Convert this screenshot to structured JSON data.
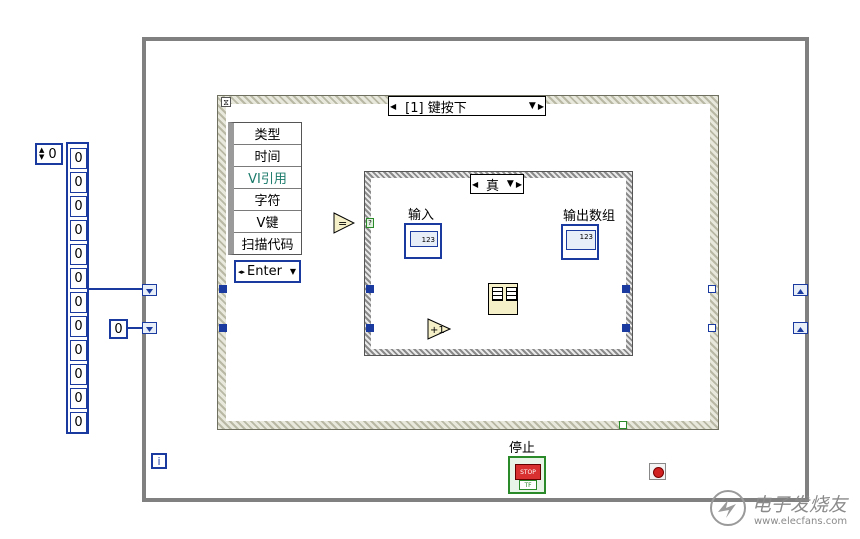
{
  "event_structure": {
    "case_label": "[1] 键按下",
    "event_data": [
      "类型",
      "时间",
      "VI引用",
      "字符",
      "V键",
      "扫描代码"
    ],
    "enum_constant": "Enter"
  },
  "case_structure": {
    "case_label": "真"
  },
  "array": {
    "index": "0",
    "values": [
      "0",
      "0",
      "0",
      "0",
      "0",
      "0",
      "0",
      "0",
      "0",
      "0",
      "0",
      "0"
    ]
  },
  "constants": {
    "init_zero": "0"
  },
  "labels": {
    "input": "输入",
    "output_array": "输出数组",
    "stop": "停止",
    "increment": "+1",
    "equal": "=",
    "num_label": "123",
    "stop_btn": "STOP",
    "tf_label": "TF",
    "info": "i"
  },
  "watermark": {
    "brand": "电子发烧友",
    "url": "www.elecfans.com"
  },
  "colors": {
    "wire": "#1a3aa0",
    "bool_wire": "#2a8a2a",
    "loop_border": "#808080"
  }
}
